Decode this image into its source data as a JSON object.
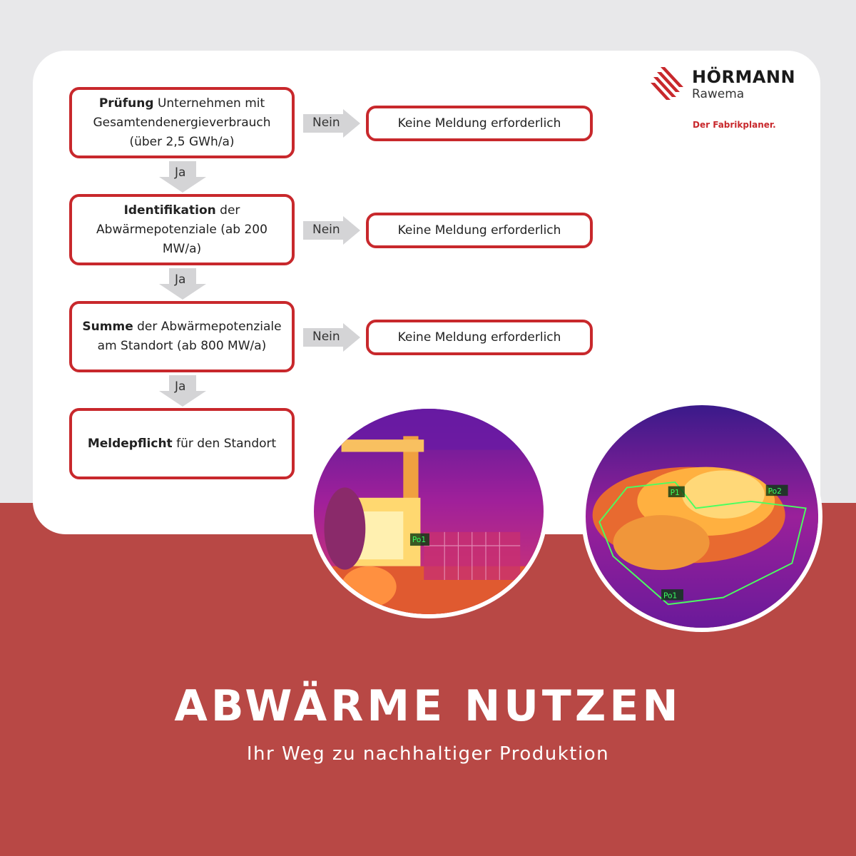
{
  "brand": {
    "name": "HÖRMANN",
    "sub": "Rawema",
    "tagline": "Der Fabrikplaner.",
    "color": "#c8282c"
  },
  "flow": {
    "steps": [
      {
        "bold": "Prüfung",
        "rest": " Unternehmen mit Gesamtendenergieverbrauch (über 2,5 GWh/a)"
      },
      {
        "bold": "Identifikation",
        "rest": " der Abwärmepotenziale (ab 200 MW/a)"
      },
      {
        "bold": "Summe",
        "rest": " der Abwärmepotenziale am Standort (ab 800 MW/a)"
      },
      {
        "bold": "Meldepflicht",
        "rest": " für den Standort"
      }
    ],
    "no_label": "Nein",
    "yes_label": "Ja",
    "outcome": "Keine Meldung erforderlich"
  },
  "thermal_labels": {
    "left": "Po1",
    "right_1": "P1",
    "right_2": "Po2",
    "right_3": "Po1"
  },
  "headline": "ABWÄRME NUTZEN",
  "subline": "Ihr Weg zu nachhaltiger Produktion",
  "colors": {
    "accent": "#c8282c",
    "bottom": "#b84845",
    "arrow": "#d4d4d6"
  }
}
